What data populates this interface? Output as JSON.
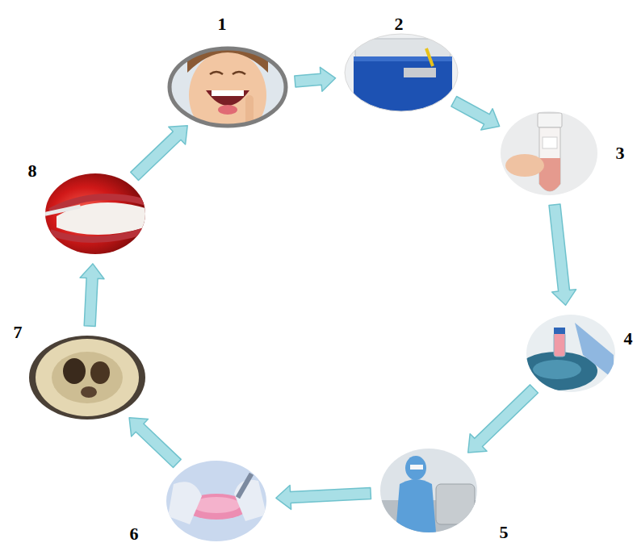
{
  "diagram": {
    "nodes": [
      {
        "text": [
          "1"
        ]
      },
      {
        "text": [
          "2"
        ]
      },
      {
        "text": [
          "3"
        ]
      },
      {
        "text": [
          "4"
        ]
      },
      {
        "text": [
          "5"
        ]
      },
      {
        "text": [
          "6"
        ]
      },
      {
        "text": [
          "7"
        ]
      },
      {
        "text": [
          "8"
        ]
      }
    ],
    "edges": [
      {
        "from": 0,
        "to": 1,
        "arrow": "to"
      },
      {
        "from": 1,
        "to": 2,
        "arrow": "to"
      },
      {
        "from": 2,
        "to": 3,
        "arrow": "to"
      },
      {
        "from": 3,
        "to": 4,
        "arrow": "to"
      },
      {
        "from": 4,
        "to": 5,
        "arrow": "to"
      },
      {
        "from": 5,
        "to": 6,
        "arrow": "to"
      },
      {
        "from": 6,
        "to": 7,
        "arrow": "to"
      },
      {
        "from": 7,
        "to": 0,
        "arrow": "to"
      }
    ]
  }
}
